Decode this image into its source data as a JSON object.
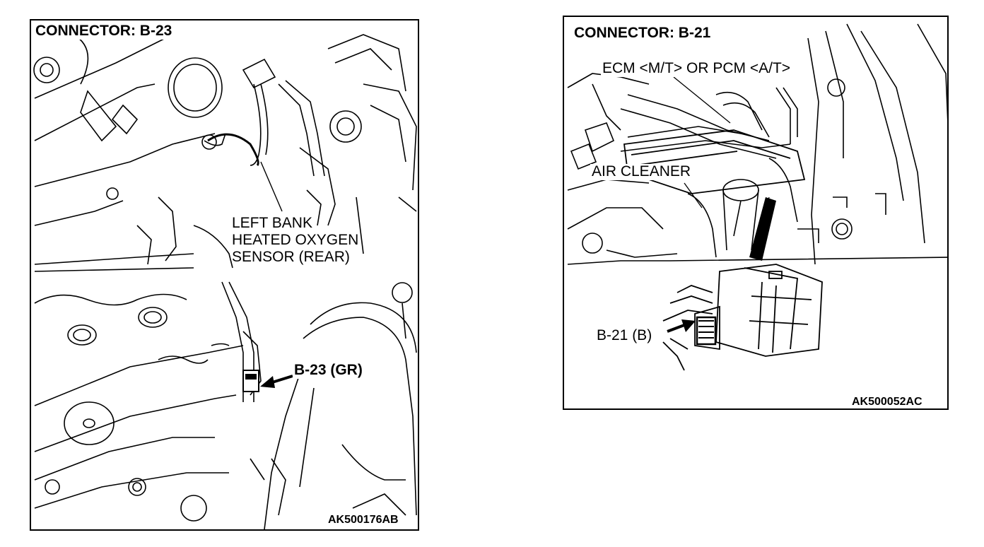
{
  "left_panel": {
    "title": "CONNECTOR: B-23",
    "sensor_label_line1": "LEFT BANK",
    "sensor_label_line2": "HEATED OXYGEN",
    "sensor_label_line3": "SENSOR (REAR)",
    "connector_label": "B-23 (GR)",
    "figure_code": "AK500176AB"
  },
  "right_panel": {
    "title": "CONNECTOR: B-21",
    "ecm_label": "ECM <M/T> OR PCM <A/T>",
    "air_cleaner_label": "AIR CLEANER",
    "connector_label": "B-21 (B)",
    "figure_code": "AK500052AC"
  },
  "icons": [
    "arrow-icon",
    "engine-illustration",
    "ecm-module-illustration"
  ]
}
